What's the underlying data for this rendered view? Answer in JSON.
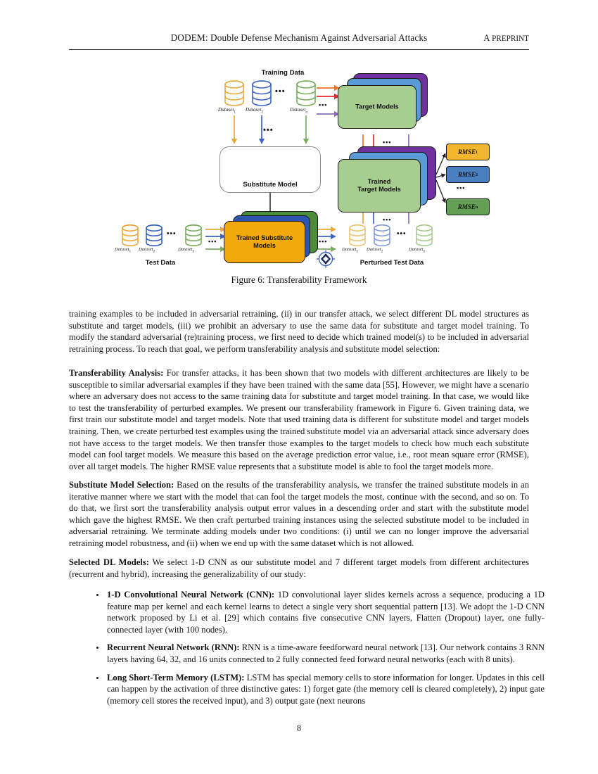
{
  "header": {
    "title": "DODEM: Double Defense Mechanism Against Adversarial Attacks",
    "right_first": "A",
    "right_rest": "PREPRINT"
  },
  "figure": {
    "caption": "Figure 6: Transferability Framework",
    "labels": {
      "training_data": "Training Data",
      "test_data": "Test Data",
      "perturbed_test_data": "Perturbed Test Data",
      "substitute_model": "Substitute Model",
      "target_models": "Target Models",
      "trained_target_models": "Trained\nTarget Models",
      "trained_substitute_models": "Trained Substitute\nModels"
    },
    "datasets": {
      "d1": "Dataset",
      "d1_sub": "1",
      "d2": "Dataset",
      "d2_sub": "2",
      "dn": "Dataset",
      "dn_sub": "n"
    },
    "rmse": [
      {
        "text": "RMSE",
        "sub": "1",
        "fill": "#F2B72E"
      },
      {
        "text": "RMSE",
        "sub": "2",
        "fill": "#4A7FC1"
      },
      {
        "text": "RMSE",
        "sub": "n",
        "fill": "#63A055"
      }
    ],
    "ellipsis": "•••",
    "colors": {
      "yellow": "#E8A93A",
      "blue": "#3D63C8",
      "green": "#6FA84C",
      "card_green": "#A8CE8F",
      "card_blue": "#5B9BD5",
      "card_purple": "#7030A0",
      "card_orange": "#F2A90C",
      "arrow_orange": "#E8732B",
      "arrow_red": "#E02B2B",
      "arrow_purple": "#8E6BBF"
    }
  },
  "body": {
    "p1": "training examples to be included in adversarial retraining, (ii) in our transfer attack, we select different DL model structures as substitute and target models, (iii) we prohibit an adversary to use the same data for substitute and target model training. To modify the standard adversarial (re)training process, we first need to decide which trained model(s) to be included in adversarial retraining process. To reach that goal, we perform transferability analysis and substitute model selection:",
    "p2_lead": "Transferability Analysis:",
    "p2": " For transfer attacks, it has been shown that two models with different architectures are likely to be susceptible to similar adversarial examples if they have been trained with the same data [55]. However, we might have a scenario where an adversary does not access to the same training data for substitute and target model training. In that case, we would like to test the transferability of perturbed examples. We present our transferability framework in Figure 6. Given training data, we first train our substitute model and target models. Note that used training data is different for substitute model and target models training. Then, we create perturbed test examples using the trained substitute model via an adversarial attack since adversary does not have access to the target models. We then transfer those examples to the target models to check how much each substitute model can fool target models. We measure this based on the average prediction error value, i.e., root mean square error (RMSE), over all target models. The higher RMSE value represents that a substitute model is able to fool the target models more.",
    "p3_lead": "Substitute Model Selection:",
    "p3": " Based on the results of the transferability analysis, we transfer the trained substitute models in an iterative manner where we start with the model that can fool the target models the most, continue with the second, and so on. To do that, we first sort the transferability analysis output error values in a descending order and start with the substitute model which gave the highest RMSE. We then craft perturbed training instances using the selected substitute model to be included in adversarial retraining. We terminate adding models under two conditions: (i) until we can no longer improve the adversarial retraining model robustness, and (ii) when we end up with the same dataset which is not allowed.",
    "p4_lead": "Selected DL Models:",
    "p4": " We select 1-D CNN as our substitute model and 7 different target models from different architectures (recurrent and hybrid), increasing the generalizability of our study:",
    "bullets": [
      {
        "lead": "1-D Convolutional Neural Network (CNN):",
        "text": " 1D convolutional layer slides kernels across a sequence, producing a 1D feature map per kernel and each kernel learns to detect a single very short sequential pattern [13]. We adopt the 1-D CNN network proposed by Li et al. [29] which contains five consecutive CNN layers, Flatten (Dropout) layer, one fully-connected layer (with 100 nodes)."
      },
      {
        "lead": "Recurrent Neural Network (RNN):",
        "text": " RNN is a time-aware feedforward neural network [13]. Our network contains 3 RNN layers having 64, 32, and 16 units connected to 2 fully connected feed forward neural networks (each with 8 units)."
      },
      {
        "lead": "Long Short-Term Memory (LSTM):",
        "text": " LSTM has special memory cells to store information for longer. Updates in this cell can happen by the activation of three distinctive gates: 1) forget gate (the memory cell is cleared completely), 2) input gate (memory cell stores the received input), and 3) output gate (next neurons"
      }
    ]
  },
  "page_number": "8"
}
